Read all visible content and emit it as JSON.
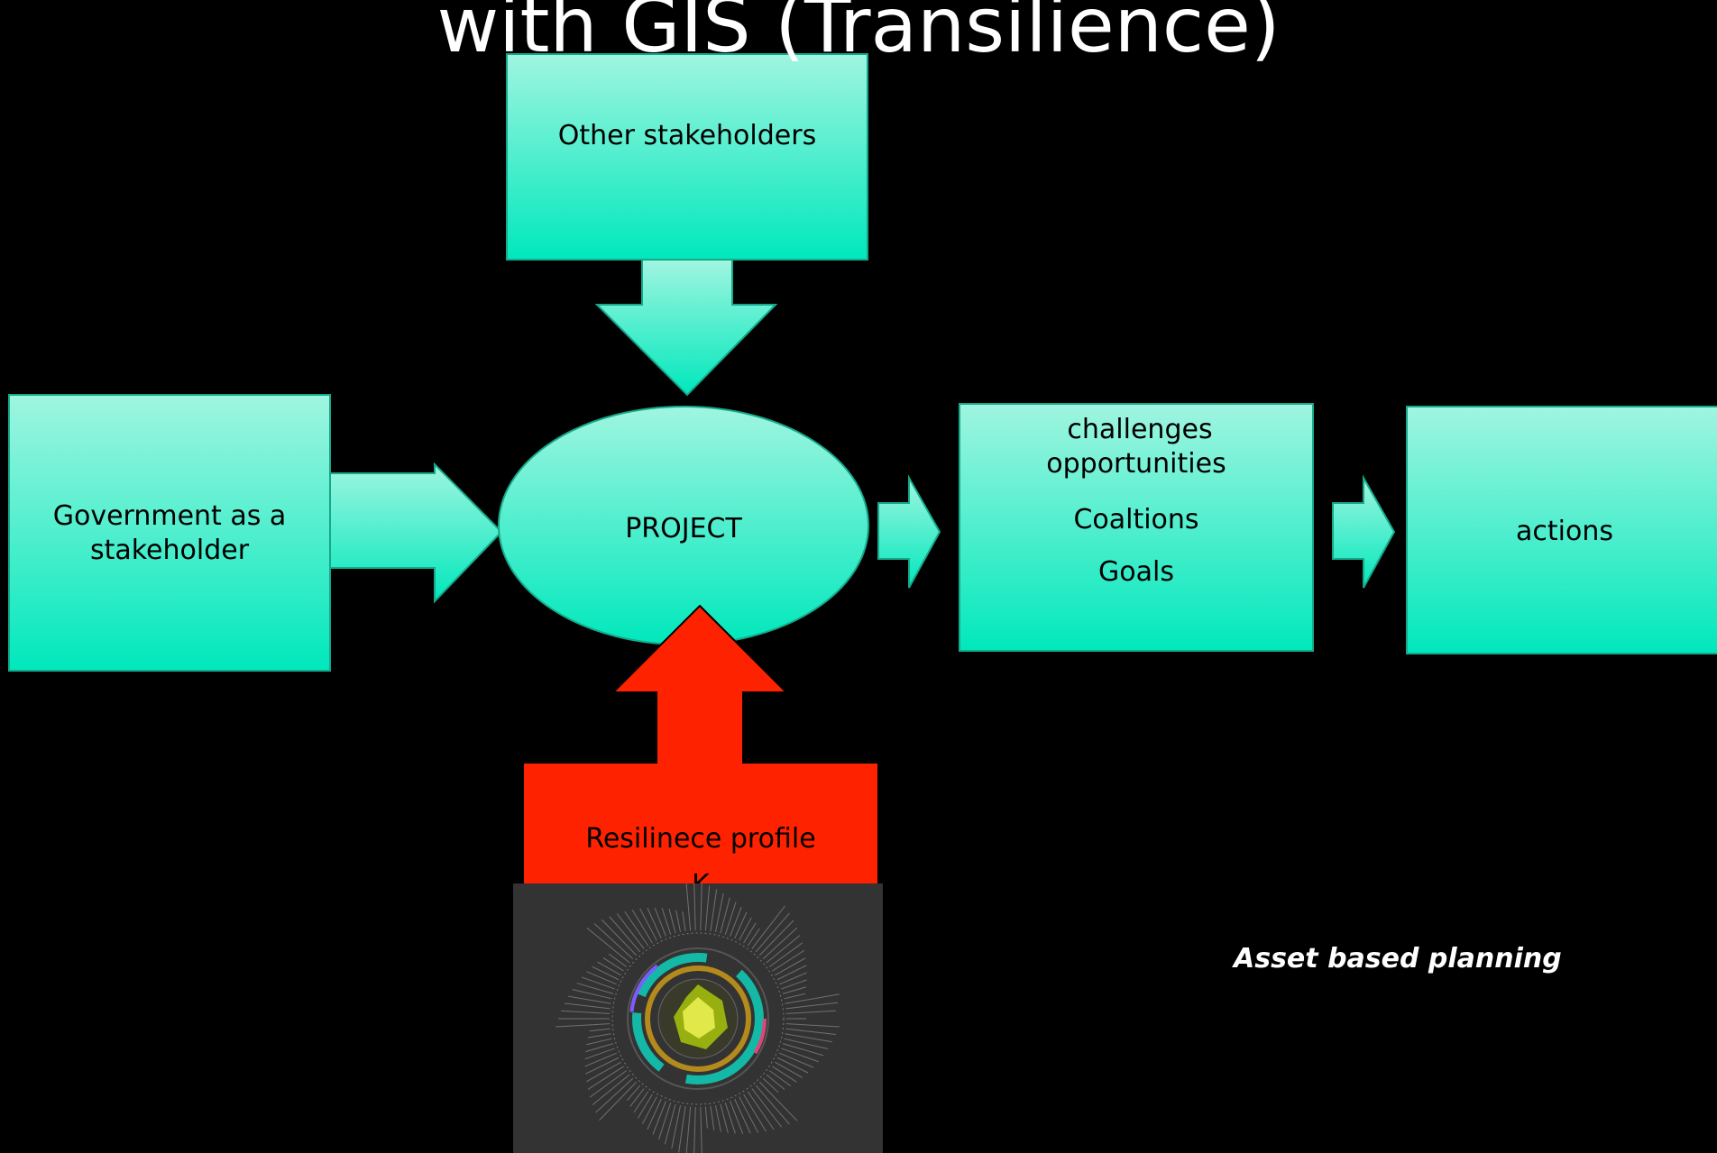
{
  "title": "with GIS (Transilience)",
  "nodes": {
    "other_stakeholders": "Other stakeholders",
    "government": "Government as a stakeholder",
    "project": "PROJECT",
    "challenges": "challenges",
    "opportunities": "opportunities",
    "coalitions": "Coaltions",
    "goals": "Goals",
    "actions": "actions",
    "resilience_profile": "Resilinece profile",
    "resilience_profile_cut": "K"
  },
  "note": "Asset based planning",
  "colors": {
    "background": "#000000",
    "teal_top": "#9ff5dd",
    "teal_bottom": "#00e8bc",
    "red": "#ff2200",
    "photo_bg": "#333333"
  }
}
